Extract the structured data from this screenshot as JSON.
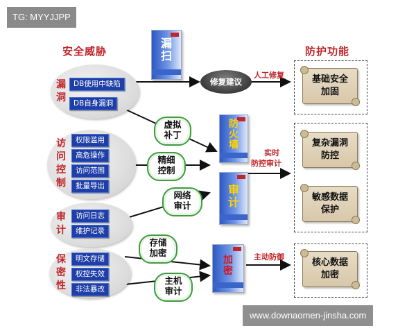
{
  "watermark_top": "TG: MYYJJPP",
  "watermark_bottom": "www.downaomen-jinsha.com",
  "left_header": "安全威胁",
  "right_header": "防护功能",
  "categories": [
    {
      "label_lines": [
        "漏",
        "洞"
      ],
      "tags": [
        "DB使用中缺陷",
        "DB自身漏洞"
      ]
    },
    {
      "label_lines": [
        "访",
        "问",
        "控",
        "制"
      ],
      "tags": [
        "权限滥用",
        "高危操作",
        "访问范围",
        "批量导出"
      ]
    },
    {
      "label_lines": [
        "审",
        "计"
      ],
      "tags": [
        "访问日志",
        "维护记录"
      ]
    },
    {
      "label_lines": [
        "保",
        "密",
        "性"
      ],
      "tags": [
        "明文存储",
        "权控失效",
        "非法暴改"
      ]
    }
  ],
  "clouds": [
    {
      "lines": [
        "虚拟",
        "补丁"
      ]
    },
    {
      "lines": [
        "精细",
        "控制"
      ]
    },
    {
      "lines": [
        "网络",
        "审计"
      ]
    },
    {
      "lines": [
        "存储",
        "加密"
      ]
    },
    {
      "lines": [
        "主机",
        "审计"
      ]
    }
  ],
  "products": [
    {
      "title_lines": [
        "漏",
        "扫"
      ]
    },
    {
      "title_lines": [
        "防",
        "火",
        "墙"
      ]
    },
    {
      "title_lines": [
        "审",
        "计"
      ]
    },
    {
      "title_lines": [
        "加",
        "密"
      ]
    }
  ],
  "repair_suggestion": "修复建议",
  "arrow_labels": {
    "manual_fix": "人工修复",
    "realtime_line1": "实时",
    "realtime_line2": "防控审计",
    "active_defense": "主动防御"
  },
  "functions": [
    {
      "lines": [
        "基础安全",
        "加固"
      ]
    },
    {
      "lines": [
        "复杂漏洞",
        "防控"
      ]
    },
    {
      "lines": [
        "敏感数据",
        "保护"
      ]
    },
    {
      "lines": [
        "核心数据",
        "加密"
      ]
    }
  ],
  "colors": {
    "accent_red": "#c0262b",
    "tag_blue": "#1f3fa8",
    "cloud_green": "#3e9b3e",
    "scroll_tan": "#ddceb0"
  }
}
